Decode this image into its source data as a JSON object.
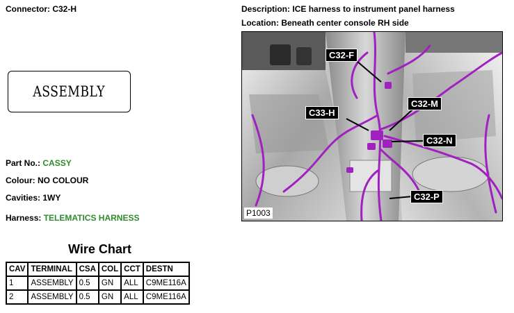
{
  "connector": {
    "label": "Connector:",
    "value": "C32-H"
  },
  "description": {
    "label": "Description:",
    "value": "ICE harness to instrument panel harness"
  },
  "location": {
    "label": "Location:",
    "value": "Beneath center console RH side"
  },
  "connector_face_label": "ASSEMBLY",
  "part_no": {
    "label": "Part No.:",
    "value": "CASSY"
  },
  "colour": {
    "label": "Colour:",
    "value": "NO COLOUR"
  },
  "cavities": {
    "label": "Cavities:",
    "value": "1WY"
  },
  "harness": {
    "label": "Harness:",
    "value": "TELEMATICS HARNESS"
  },
  "wire_chart": {
    "title": "Wire Chart",
    "headers": [
      "CAV",
      "TERMINAL",
      "CSA",
      "COL",
      "CCT",
      "DESTN"
    ],
    "rows": [
      [
        "1",
        "ASSEMBLY",
        "0.5",
        "GN",
        "ALL",
        "C9ME116A"
      ],
      [
        "2",
        "ASSEMBLY",
        "0.5",
        "GN",
        "ALL",
        "C9ME116A"
      ]
    ]
  },
  "image": {
    "callouts": [
      "C32-F",
      "C32-M",
      "C33-H",
      "C32-N",
      "C32-P"
    ],
    "code": "P1003"
  },
  "colors": {
    "accent_green": "#2e8b2e",
    "harness_purple": "#a020c0"
  }
}
